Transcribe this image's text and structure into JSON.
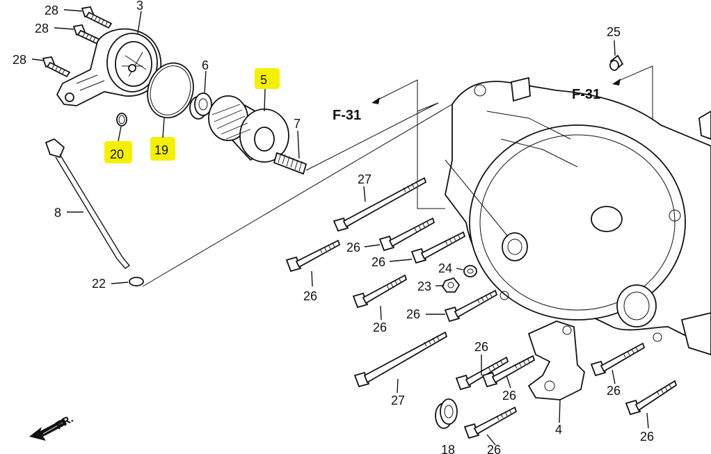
{
  "callouts": {
    "c28a": "28",
    "c28b": "28",
    "c28c": "28",
    "c3": "3",
    "c6": "6",
    "c5": "5",
    "c7": "7",
    "c20": "20",
    "c19": "19",
    "c8": "8",
    "c22": "22",
    "c25": "25",
    "c27a": "27",
    "c27b": "27",
    "c26a": "26",
    "c26b": "26",
    "c26c": "26",
    "c26d": "26",
    "c26e": "26",
    "c26f": "26",
    "c26g": "26",
    "c26h": "26",
    "c26i": "26",
    "c26j": "26",
    "c24": "24",
    "c23": "23",
    "c4": "4",
    "c18": "18"
  },
  "refs": {
    "f31_left": "F-31",
    "f31_right": "F-31",
    "front": "FR."
  },
  "highlight_color": "#f5f000",
  "highlighted_callouts": [
    "5",
    "19",
    "20"
  ]
}
